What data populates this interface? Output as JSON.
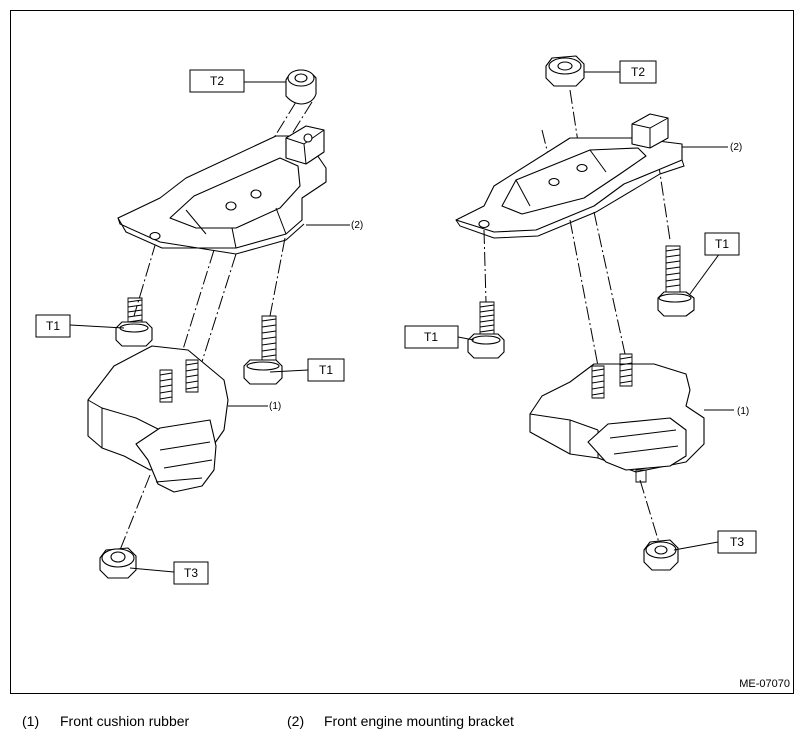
{
  "figure_code": "ME-07070",
  "torque_labels": {
    "t1": "T1",
    "t2": "T2",
    "t3": "T3"
  },
  "part_refs": {
    "p1": "(1)",
    "p2": "(2)"
  },
  "legend": [
    {
      "number": "(1)",
      "text": "Front cushion rubber"
    },
    {
      "number": "(2)",
      "text": "Front engine mounting bracket"
    }
  ]
}
